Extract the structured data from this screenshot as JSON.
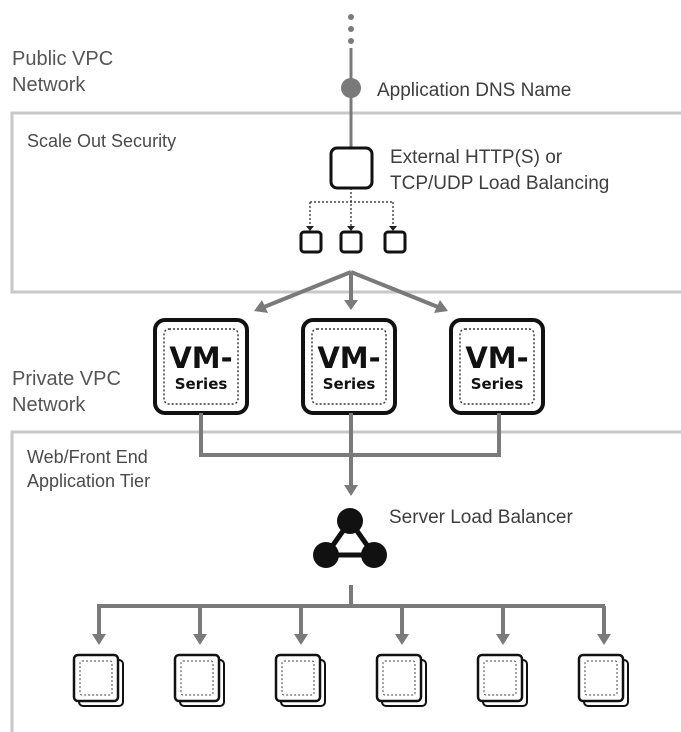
{
  "zones": {
    "public_vpc": "Public VPC\nNetwork",
    "scale_out_security": "Scale Out Security",
    "private_vpc": "Private VPC\nNetwork",
    "web_tier": "Web/Front End\nApplication Tier"
  },
  "labels": {
    "dns": "Application DNS Name",
    "external_lb": "External HTTP(S) or\nTCP/UDP Load Balancing",
    "server_lb": "Server Load Balancer"
  },
  "vm_series": {
    "top": "VM-",
    "bottom": "Series",
    "count": 3
  },
  "servers": {
    "count": 6
  },
  "colors": {
    "line": "#7a7a7a",
    "zone_border": "#c8c8c8",
    "box": "#111111"
  }
}
